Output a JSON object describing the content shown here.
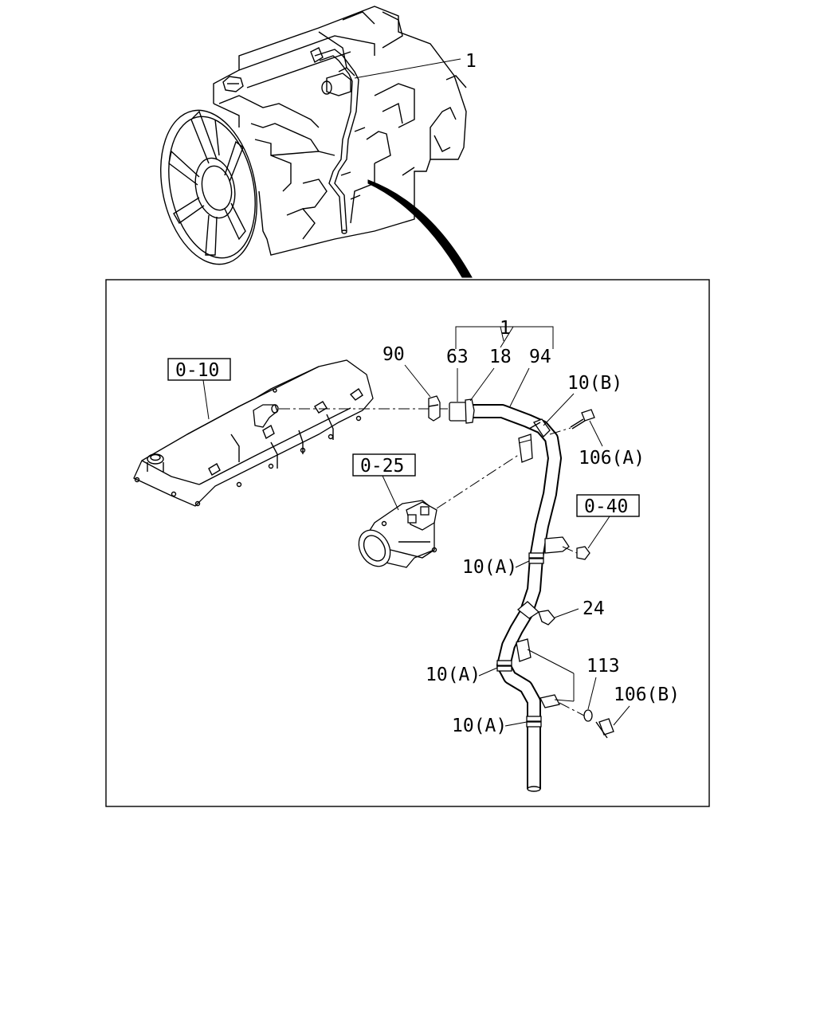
{
  "labels": {
    "overview_callout": "1",
    "assembly": "1",
    "p63": "63",
    "p18": "18",
    "p94": "94",
    "p90": "90",
    "p10b": "10(B)",
    "p106a": "106(A)",
    "p10a_1": "10(A)",
    "p24": "24",
    "p10a_2": "10(A)",
    "p113": "113",
    "p106b": "106(B)",
    "p10a_3": "10(A)"
  },
  "refs": {
    "r010": "0-10",
    "r025": "0-25",
    "r040": "0-40"
  }
}
